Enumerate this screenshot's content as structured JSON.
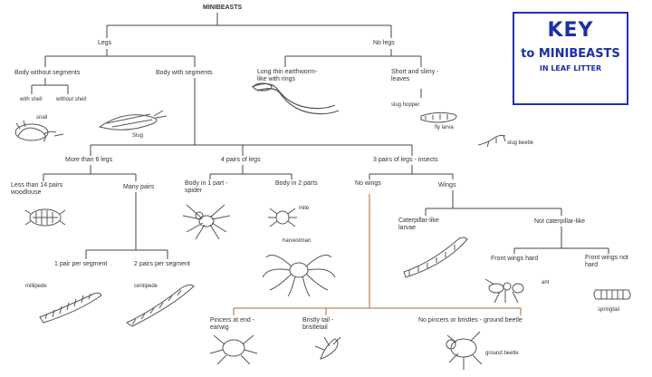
{
  "title": "MINIBEASTS",
  "key": {
    "line1": "KEY",
    "line2": "to MINIBEASTS",
    "line3": "IN LEAF LITTER"
  },
  "nodes": {
    "legs": "Legs",
    "no_legs": "No legs",
    "body_without_segments": "Body without segments",
    "body_with_segments": "Body with segments",
    "long_thin_earthworm": "Long thin earthworm-like with rings",
    "short_and_slimy": "Short and slimy - leaves",
    "slug": "Slug",
    "snail": "snail",
    "with_shell": "with shell",
    "without_shell": "without shell",
    "slug_hopper": "slug hopper",
    "fly_larva": "fly larva",
    "slug_beetle": "slug beetle",
    "more_than_6_legs": "More than 6 legs",
    "eight_legs": "4 pairs of legs",
    "three_pairs_insects": "3 pairs of legs - insects",
    "less_than_14_pairs": "Less than 14 pairs woodlouse",
    "fourteen_pairs": "Many pairs",
    "woodlouse": "woodlouse",
    "body_1_part_spider": "Body in 1 part - spider",
    "body_2_parts": "Body in 2 parts",
    "mite": "mite",
    "harvestman": "harvestman",
    "no_wings": "No wings",
    "wings": "Wings",
    "one_pair_per_segment": "1 pair per segment",
    "two_pairs_per_segment": "2 pairs per segment",
    "centipede": "centipede",
    "millipede": "millipede",
    "caterpillar_larvae": "Caterpillar-like larvae",
    "not_caterpillar": "Not caterpillar-like",
    "front_wings_hard": "Front wings hard",
    "front_wings_not_hard": "Front wings not hard",
    "ant": "ant",
    "springtail": "springtail",
    "earwig": "earwig",
    "pincers_at_end": "Pincers at end - earwig",
    "bristly_tail": "Bristly tail - bristletail",
    "no_pincers": "No pincers or bristles - ground beetle",
    "ground_beetle": "ground beetle"
  },
  "colors": {
    "key_accent": "#1d2fa8",
    "line": "#444444",
    "highlight_line": "#b06a2a",
    "insect_line": "#2a3a9a"
  }
}
